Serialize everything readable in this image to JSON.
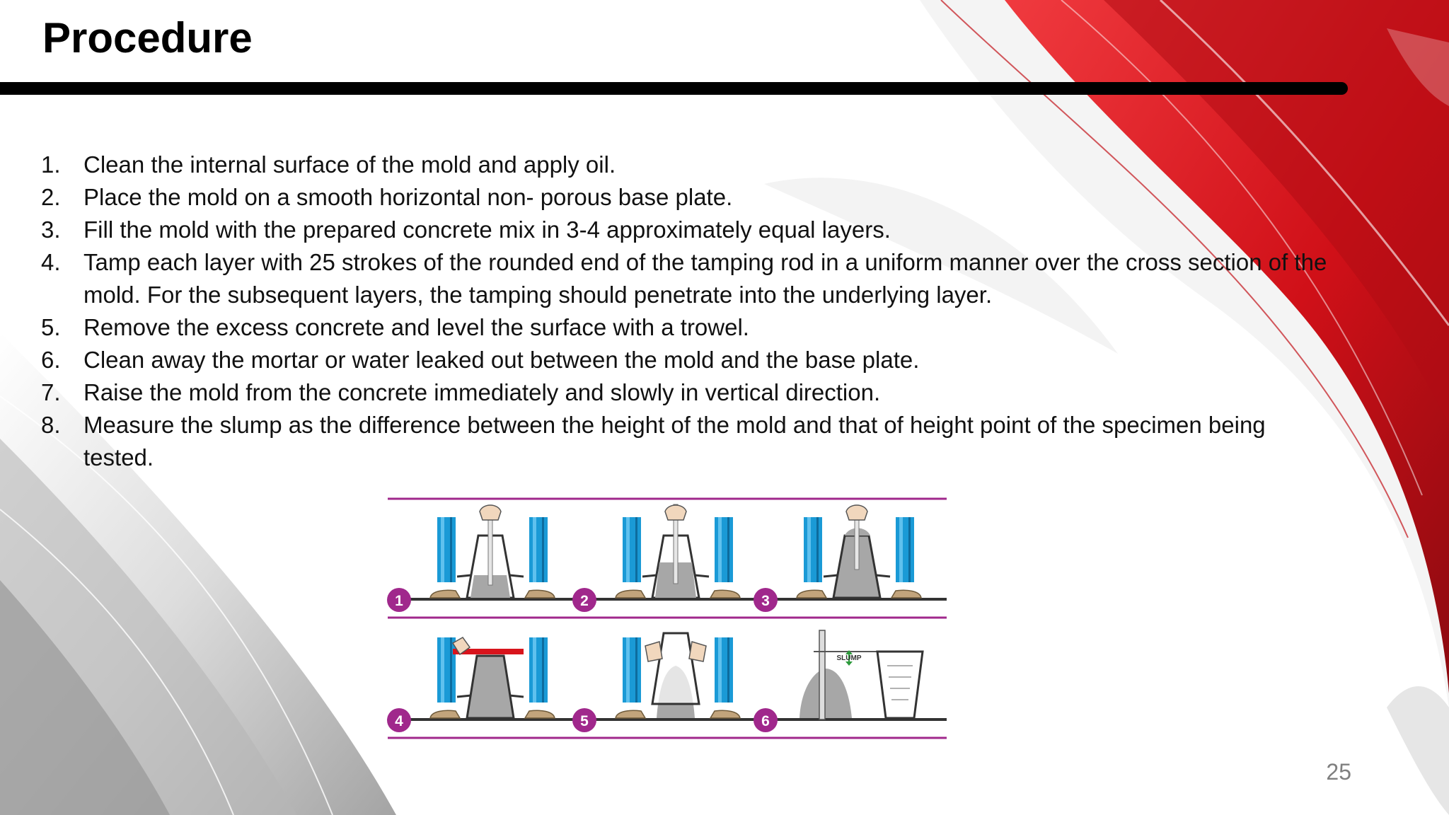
{
  "slide": {
    "title": "Procedure",
    "page_number": "25",
    "steps": [
      {
        "num": "1.",
        "text": "Clean the internal surface of the mold and apply oil."
      },
      {
        "num": "2.",
        "text": "Place the mold on a smooth horizontal non- porous base plate."
      },
      {
        "num": "3.",
        "text": "Fill the mold with the prepared concrete mix in 3-4 approximately equal layers."
      },
      {
        "num": "4.",
        "text": "Tamp each layer with 25 strokes of the rounded end of the tamping rod in a uniform manner over the cross section of the mold. For the subsequent layers, the tamping should penetrate into the underlying layer."
      },
      {
        "num": "5.",
        "text": "Remove the excess concrete and level the surface with a trowel."
      },
      {
        "num": "6.",
        "text": "Clean away the mortar or water leaked out between the mold and the base plate."
      },
      {
        "num": "7.",
        "text": "Raise the mold from the concrete immediately and slowly in vertical direction."
      },
      {
        "num": "8.",
        "text": "Measure the slump as the difference between the height of the mold and that of height point of the specimen being tested."
      }
    ]
  },
  "figure": {
    "panels": [
      "1",
      "2",
      "3",
      "4",
      "5",
      "6"
    ],
    "slump_label": "SLUMP"
  },
  "colors": {
    "accent_red": "#d8141c",
    "purple": "#a0288c",
    "leg_blue": "#1a9ad6",
    "concrete_gray": "#a7a7a7"
  }
}
